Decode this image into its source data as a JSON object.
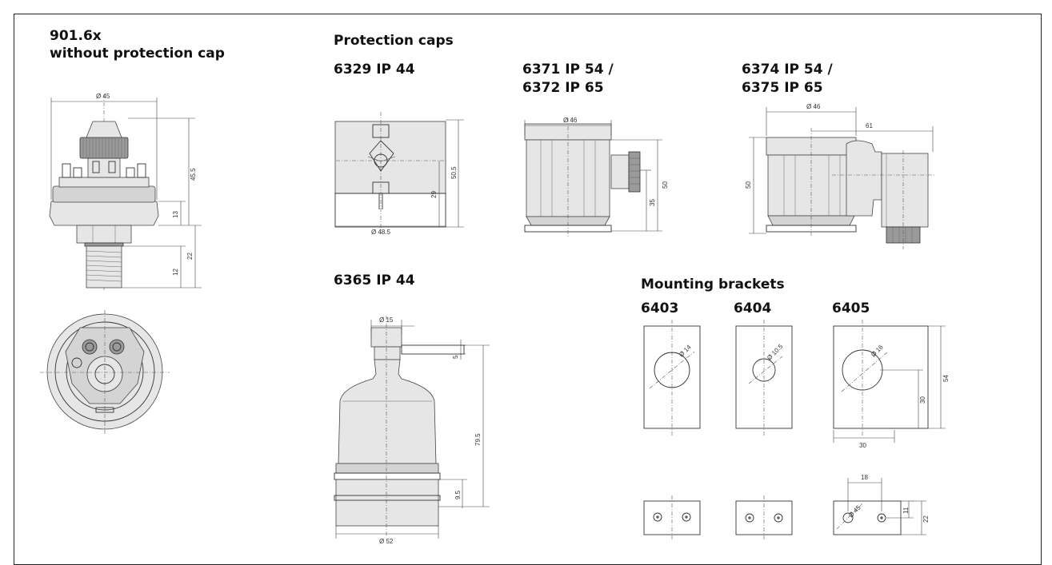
{
  "headings": {
    "main_line1": "901.6x",
    "main_line2": "without protection cap",
    "protection_caps": "Protection caps",
    "cap_6329": "6329 IP 44",
    "cap_6371_line1": "6371 IP 54 /",
    "cap_6371_line2": "6372 IP 65",
    "cap_6374_line1": "6374 IP 54 /",
    "cap_6374_line2": "6375 IP 65",
    "cap_6365": "6365 IP 44",
    "mounting_brackets": "Mounting brackets",
    "bracket_6403": "6403",
    "bracket_6404": "6404",
    "bracket_6405": "6405"
  },
  "dimensions": {
    "main": {
      "dia": "Ø 45",
      "h_total": "45.5",
      "h_body": "13",
      "h_thread": "22",
      "h_pin": "12"
    },
    "cap_6329": {
      "dia": "Ø 48.5",
      "h_total": "50.5",
      "h_part": "29"
    },
    "cap_6371": {
      "dia": "Ø 46",
      "h_total": "50",
      "h_part": "35"
    },
    "cap_6374": {
      "dia": "Ø 46",
      "w": "61",
      "h": "50"
    },
    "cap_6365": {
      "dia_top": "Ø 15",
      "h_top": "5",
      "h_total": "79.5",
      "h_base": "9.5",
      "dia_bottom": "Ø 52"
    },
    "bracket_6403": {
      "hole": "Ø 14"
    },
    "bracket_6404": {
      "hole": "Ø 10.5"
    },
    "bracket_6405": {
      "hole": "Ø 16",
      "h": "54",
      "h2": "30",
      "w": "30",
      "w2": "18",
      "hole2": "Ø 45",
      "h3": "11",
      "h4": "22"
    }
  }
}
